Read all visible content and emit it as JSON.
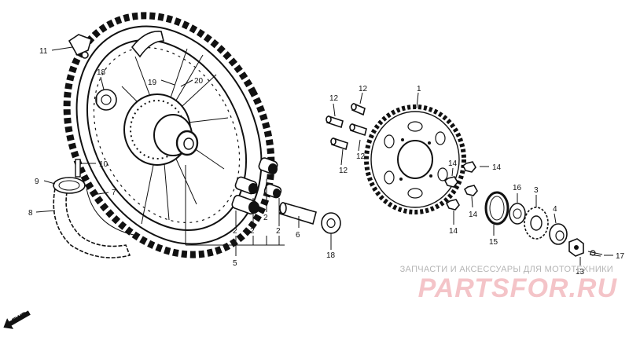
{
  "callouts": {
    "c1": "1",
    "c2a": "2",
    "c2b": "2",
    "c2c": "2",
    "c2d": "2",
    "c3": "3",
    "c4": "4",
    "c5": "5",
    "c6": "6",
    "c7": "7",
    "c8": "8",
    "c9": "9",
    "c10": "10",
    "c11": "11",
    "c12a": "12",
    "c12b": "12",
    "c12c": "12",
    "c12d": "12",
    "c13": "13",
    "c14a": "14",
    "c14b": "14",
    "c14c": "14",
    "c14d": "14",
    "c15": "15",
    "c16": "16",
    "c17": "17",
    "c18a": "18",
    "c18b": "18",
    "c19": "19",
    "c20": "20"
  },
  "fwd_label": "FWD",
  "watermark": {
    "caption": "ЗАПЧАСТИ И АКСЕССУАРЫ ДЛЯ МОТОТЕХНИКИ",
    "logo": "PARTSFOR.RU",
    "color": "#d92b3a"
  }
}
